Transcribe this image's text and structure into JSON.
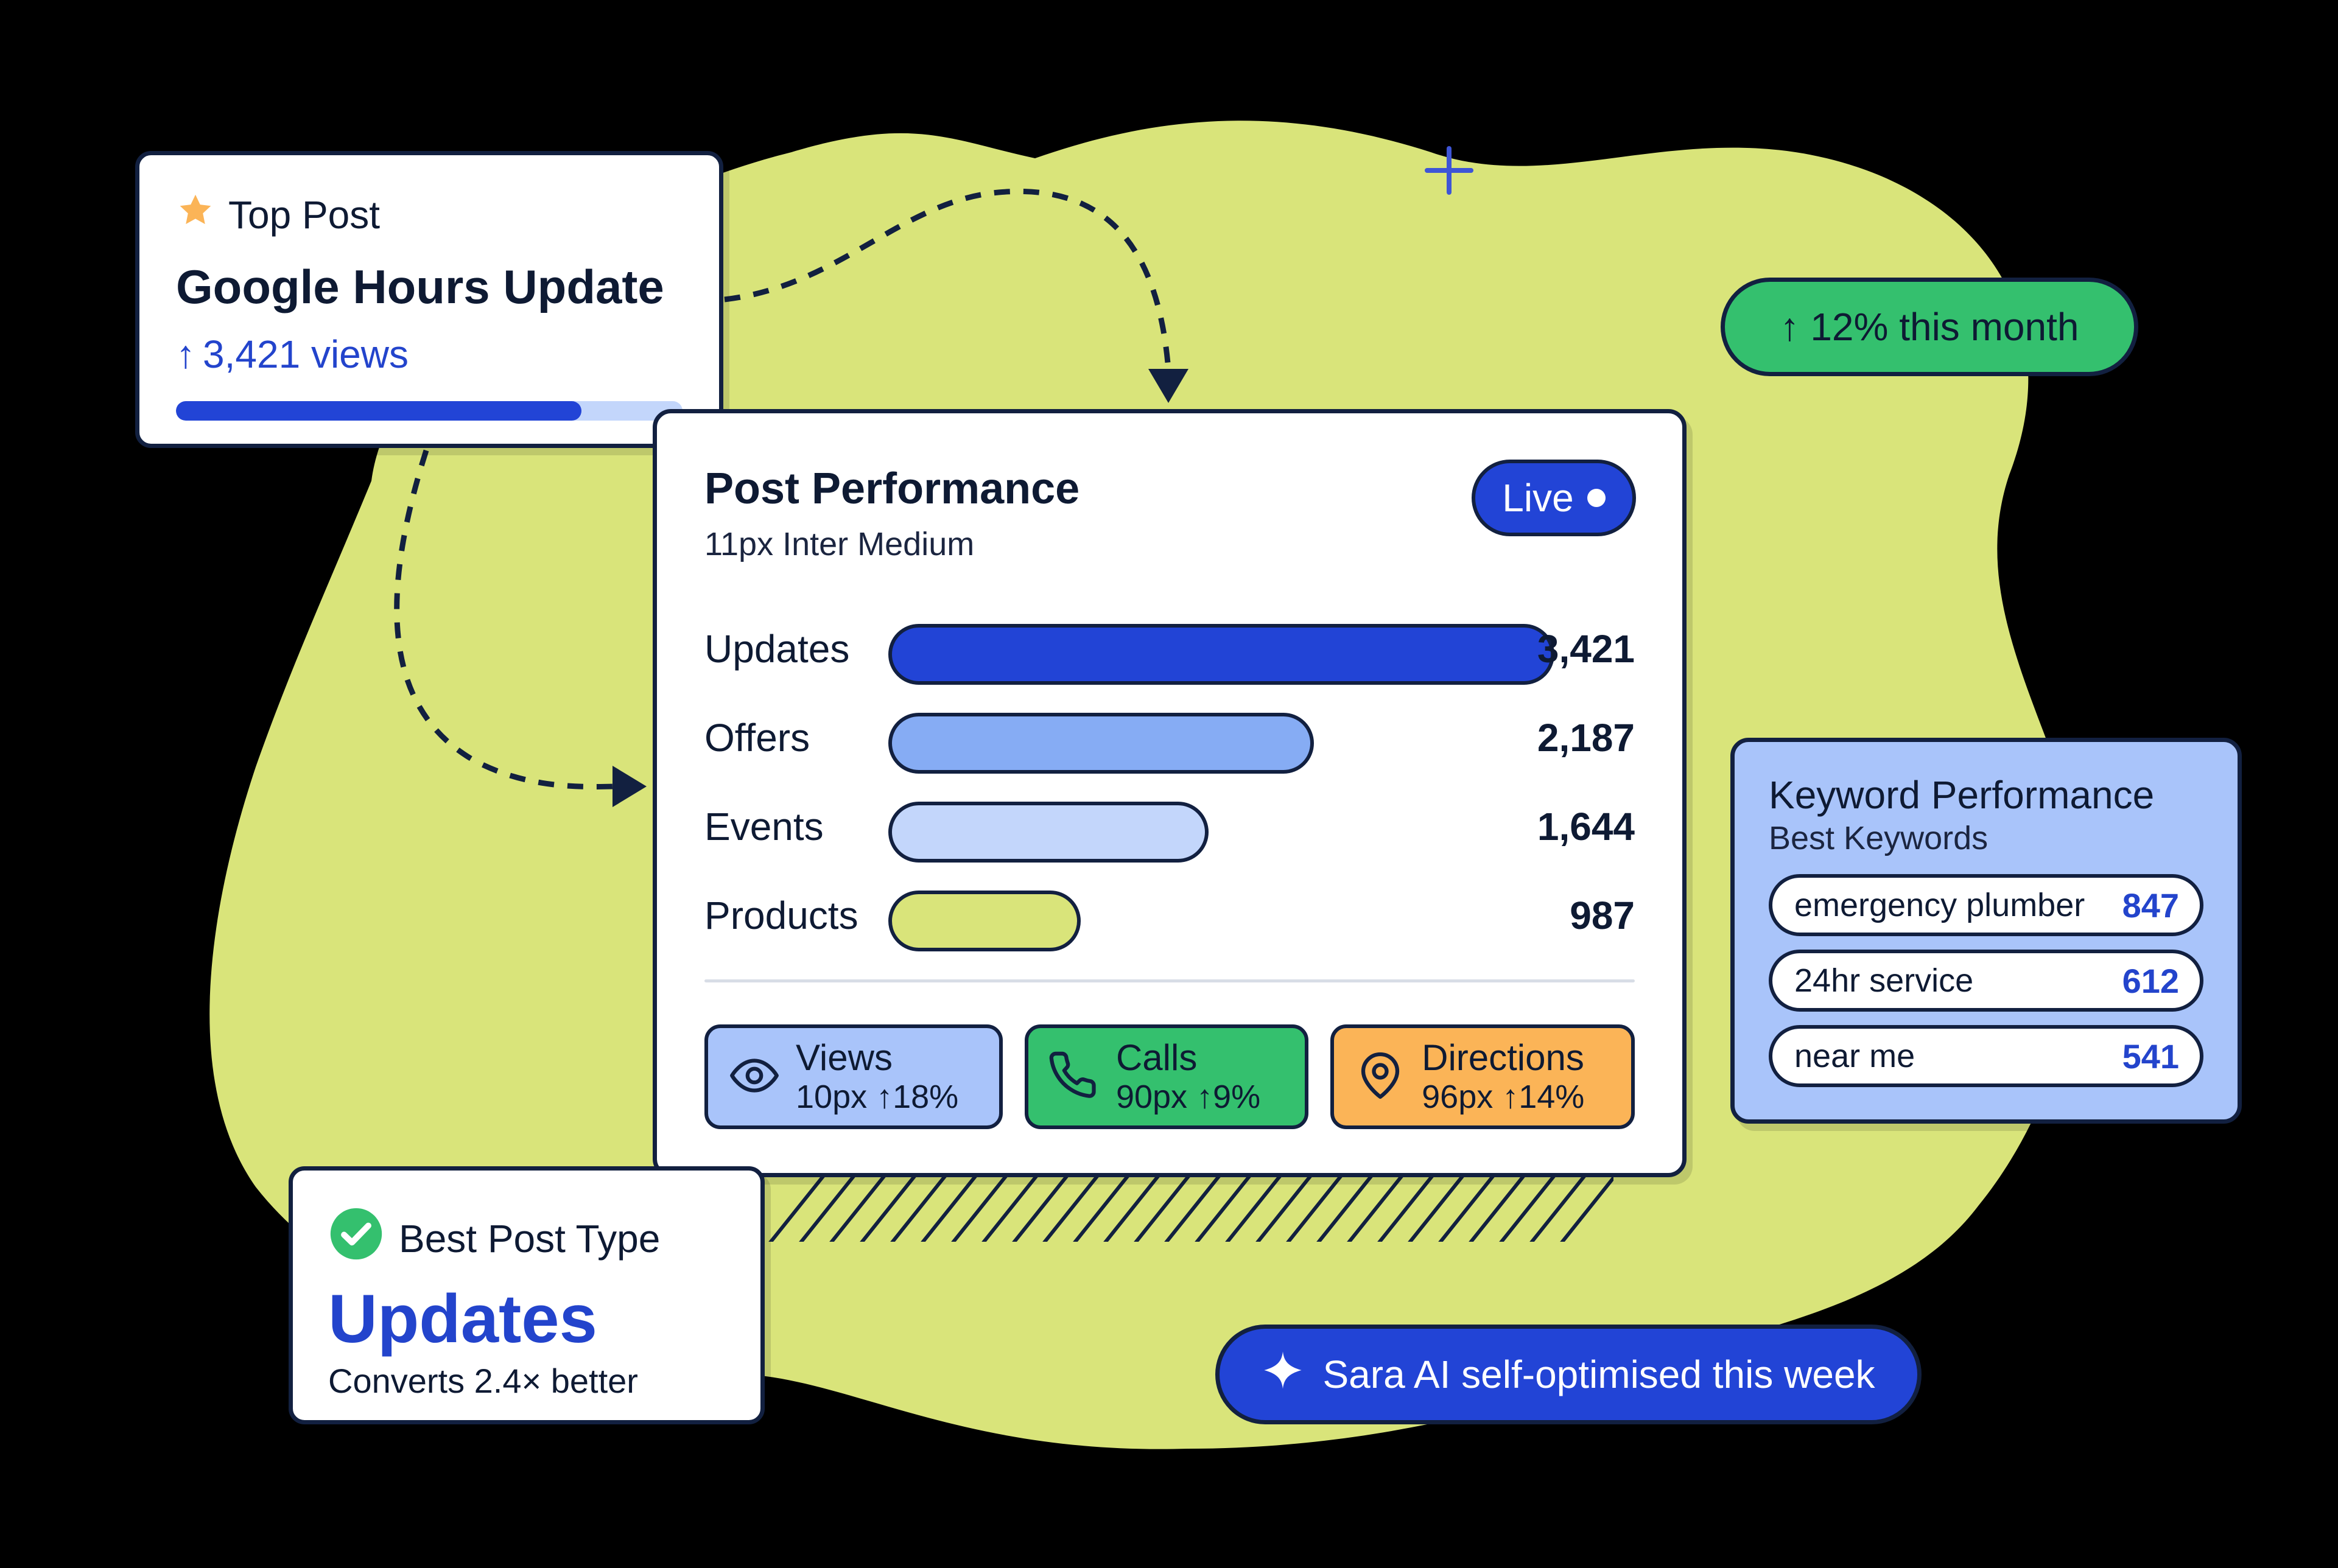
{
  "colors": {
    "background": "#000000",
    "blob": "#d9e47a",
    "outline": "#122040",
    "primary_blue": "#2244d6",
    "medium_blue": "#86acf4",
    "light_blue": "#c3d6fb",
    "green": "#34c06e",
    "orange": "#fbb457",
    "keyword_card": "#a9c4fa",
    "accent_text": "#2344cc"
  },
  "top_post": {
    "icon": "star-icon",
    "label": "Top Post",
    "title": "Google Hours Update",
    "views_arrow": "↑",
    "views": "3,421 views",
    "progress": 0.8
  },
  "month_badge": {
    "label": "↑ 12% this month"
  },
  "post_performance": {
    "title": "Post Performance",
    "subtitle": "11px Inter Medium",
    "live_label": "Live",
    "rows": [
      {
        "label": "Updates",
        "value": "3,421",
        "amount": 3421,
        "color": "#2244d6"
      },
      {
        "label": "Offers",
        "value": "2,187",
        "amount": 2187,
        "color": "#86acf4"
      },
      {
        "label": "Events",
        "value": "1,644",
        "amount": 1644,
        "color": "#c3d6fb"
      },
      {
        "label": "Products",
        "value": "987",
        "amount": 987,
        "color": "#d9e47a"
      }
    ],
    "stats": [
      {
        "name": "Views",
        "delta": "10px ↑18%",
        "icon": "eye-icon",
        "color": "#a9c4fa"
      },
      {
        "name": "Calls",
        "delta": "90px ↑9%",
        "icon": "phone-icon",
        "color": "#34c06e"
      },
      {
        "name": "Directions",
        "delta": "96px ↑14%",
        "icon": "map-pin-icon",
        "color": "#fbb457"
      }
    ]
  },
  "keyword_performance": {
    "title": "Keyword Performance",
    "subtitle": "Best Keywords",
    "items": [
      {
        "term": "emergency plumber",
        "count": "847"
      },
      {
        "term": "24hr service",
        "count": "612"
      },
      {
        "term": "near me",
        "count": "541"
      }
    ]
  },
  "best_post_type": {
    "icon": "check-circle-icon",
    "label": "Best Post Type",
    "value": "Updates",
    "caption": "Converts 2.4× better"
  },
  "sara": {
    "icon": "sparkle-icon",
    "label": "Sara AI self-optimised this week"
  }
}
